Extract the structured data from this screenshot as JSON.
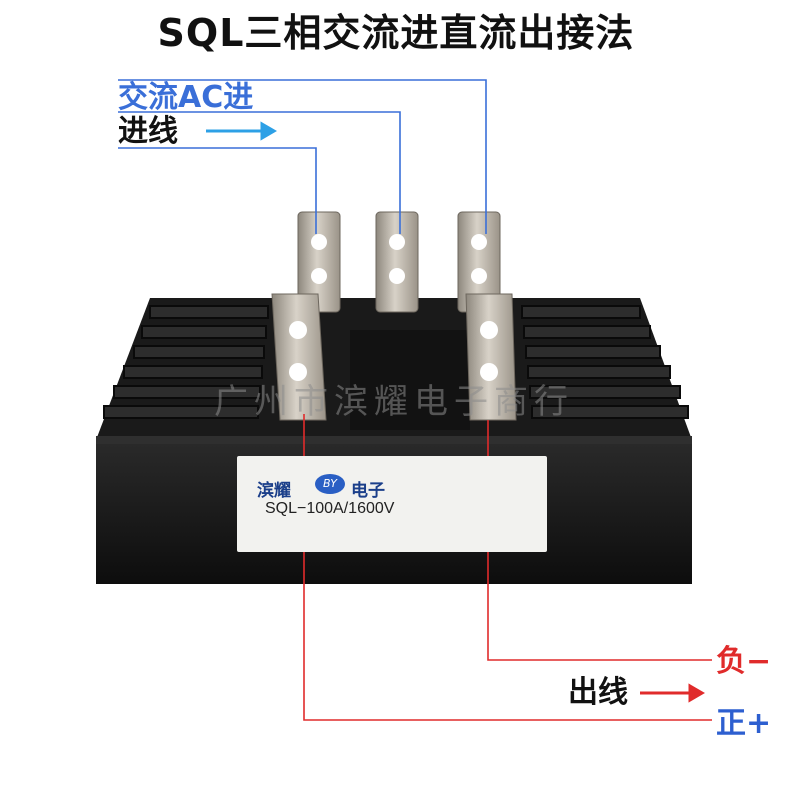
{
  "title": "SQL三相交流进直流出接法",
  "labels": {
    "ac_in": "交流AC进",
    "line_in": "进线",
    "line_out": "出线",
    "negative": "负−",
    "positive": "正+"
  },
  "watermark": "广州市滨耀电子商行",
  "device": {
    "brand_left": "滨耀",
    "brand_logo": "BY",
    "brand_right": "电子",
    "model": "SQL−100A/1600V"
  },
  "colors": {
    "ac_wire": "#3a6fd8",
    "negative_wire": "#e02b2b",
    "positive_wire": "#2d5fd0",
    "heatsink": "#141414",
    "terminal": "#b9b2a6"
  },
  "icons": [
    "arrow-right-blue-icon",
    "arrow-right-red-icon"
  ]
}
